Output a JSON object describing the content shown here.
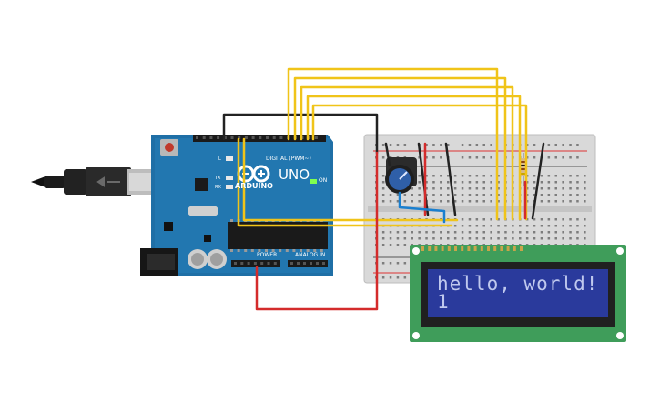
{
  "board": {
    "brand": "ARDUINO",
    "model": "UNO",
    "digital_label": "DIGITAL (PWM~)",
    "power_label": "POWER",
    "analog_label": "ANALOG IN",
    "on_label": "ON",
    "tx_label": "TX",
    "rx_label": "RX",
    "l_label": "L"
  },
  "lcd": {
    "line1": "hello, world!",
    "line2": "1"
  },
  "colors": {
    "board": "#1f6fa6",
    "wire_yellow": "#f0c419",
    "wire_black": "#222222",
    "wire_red": "#d42b2b",
    "wire_blue": "#1a7fcf",
    "lcd_pcb": "#3f9d5a",
    "lcd_screen": "#2a3a9c"
  }
}
